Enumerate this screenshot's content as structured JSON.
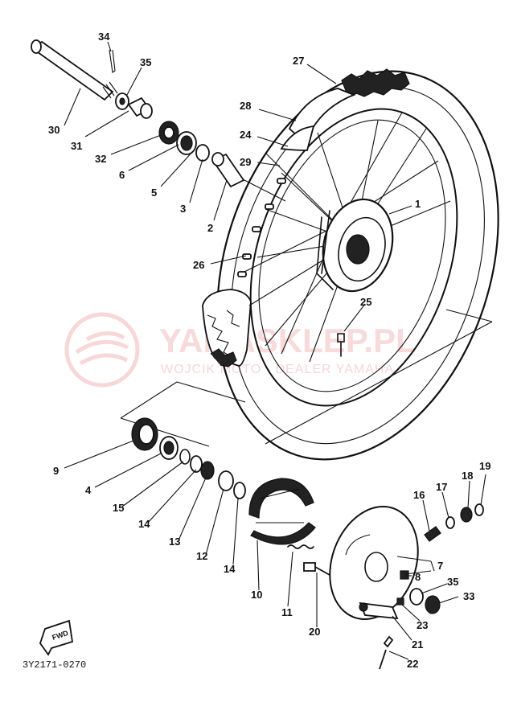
{
  "diagram": {
    "code": "3Y2171-0270",
    "fwd": "FWD",
    "watermark": {
      "brand": "YAMASKLEP.PL",
      "tagline": "WOJCIK MOTO - DEALER YAMAHA"
    },
    "labels": [
      {
        "id": "34",
        "text": "34"
      },
      {
        "id": "35a",
        "text": "35"
      },
      {
        "id": "30",
        "text": "30"
      },
      {
        "id": "31",
        "text": "31"
      },
      {
        "id": "32",
        "text": "32"
      },
      {
        "id": "6",
        "text": "6"
      },
      {
        "id": "5",
        "text": "5"
      },
      {
        "id": "3",
        "text": "3"
      },
      {
        "id": "2",
        "text": "2"
      },
      {
        "id": "27",
        "text": "27"
      },
      {
        "id": "28",
        "text": "28"
      },
      {
        "id": "24",
        "text": "24"
      },
      {
        "id": "29",
        "text": "29"
      },
      {
        "id": "1",
        "text": "1"
      },
      {
        "id": "26",
        "text": "26"
      },
      {
        "id": "25",
        "text": "25"
      },
      {
        "id": "9",
        "text": "9"
      },
      {
        "id": "4",
        "text": "4"
      },
      {
        "id": "15",
        "text": "15"
      },
      {
        "id": "14a",
        "text": "14"
      },
      {
        "id": "13",
        "text": "13"
      },
      {
        "id": "12",
        "text": "12"
      },
      {
        "id": "14b",
        "text": "14"
      },
      {
        "id": "10",
        "text": "10"
      },
      {
        "id": "11",
        "text": "11"
      },
      {
        "id": "20",
        "text": "20"
      },
      {
        "id": "16",
        "text": "16"
      },
      {
        "id": "17",
        "text": "17"
      },
      {
        "id": "18",
        "text": "18"
      },
      {
        "id": "19",
        "text": "19"
      },
      {
        "id": "7",
        "text": "7"
      },
      {
        "id": "8",
        "text": "8"
      },
      {
        "id": "35b",
        "text": "35"
      },
      {
        "id": "33",
        "text": "33"
      },
      {
        "id": "23",
        "text": "23"
      },
      {
        "id": "21",
        "text": "21"
      },
      {
        "id": "22",
        "text": "22"
      }
    ]
  }
}
